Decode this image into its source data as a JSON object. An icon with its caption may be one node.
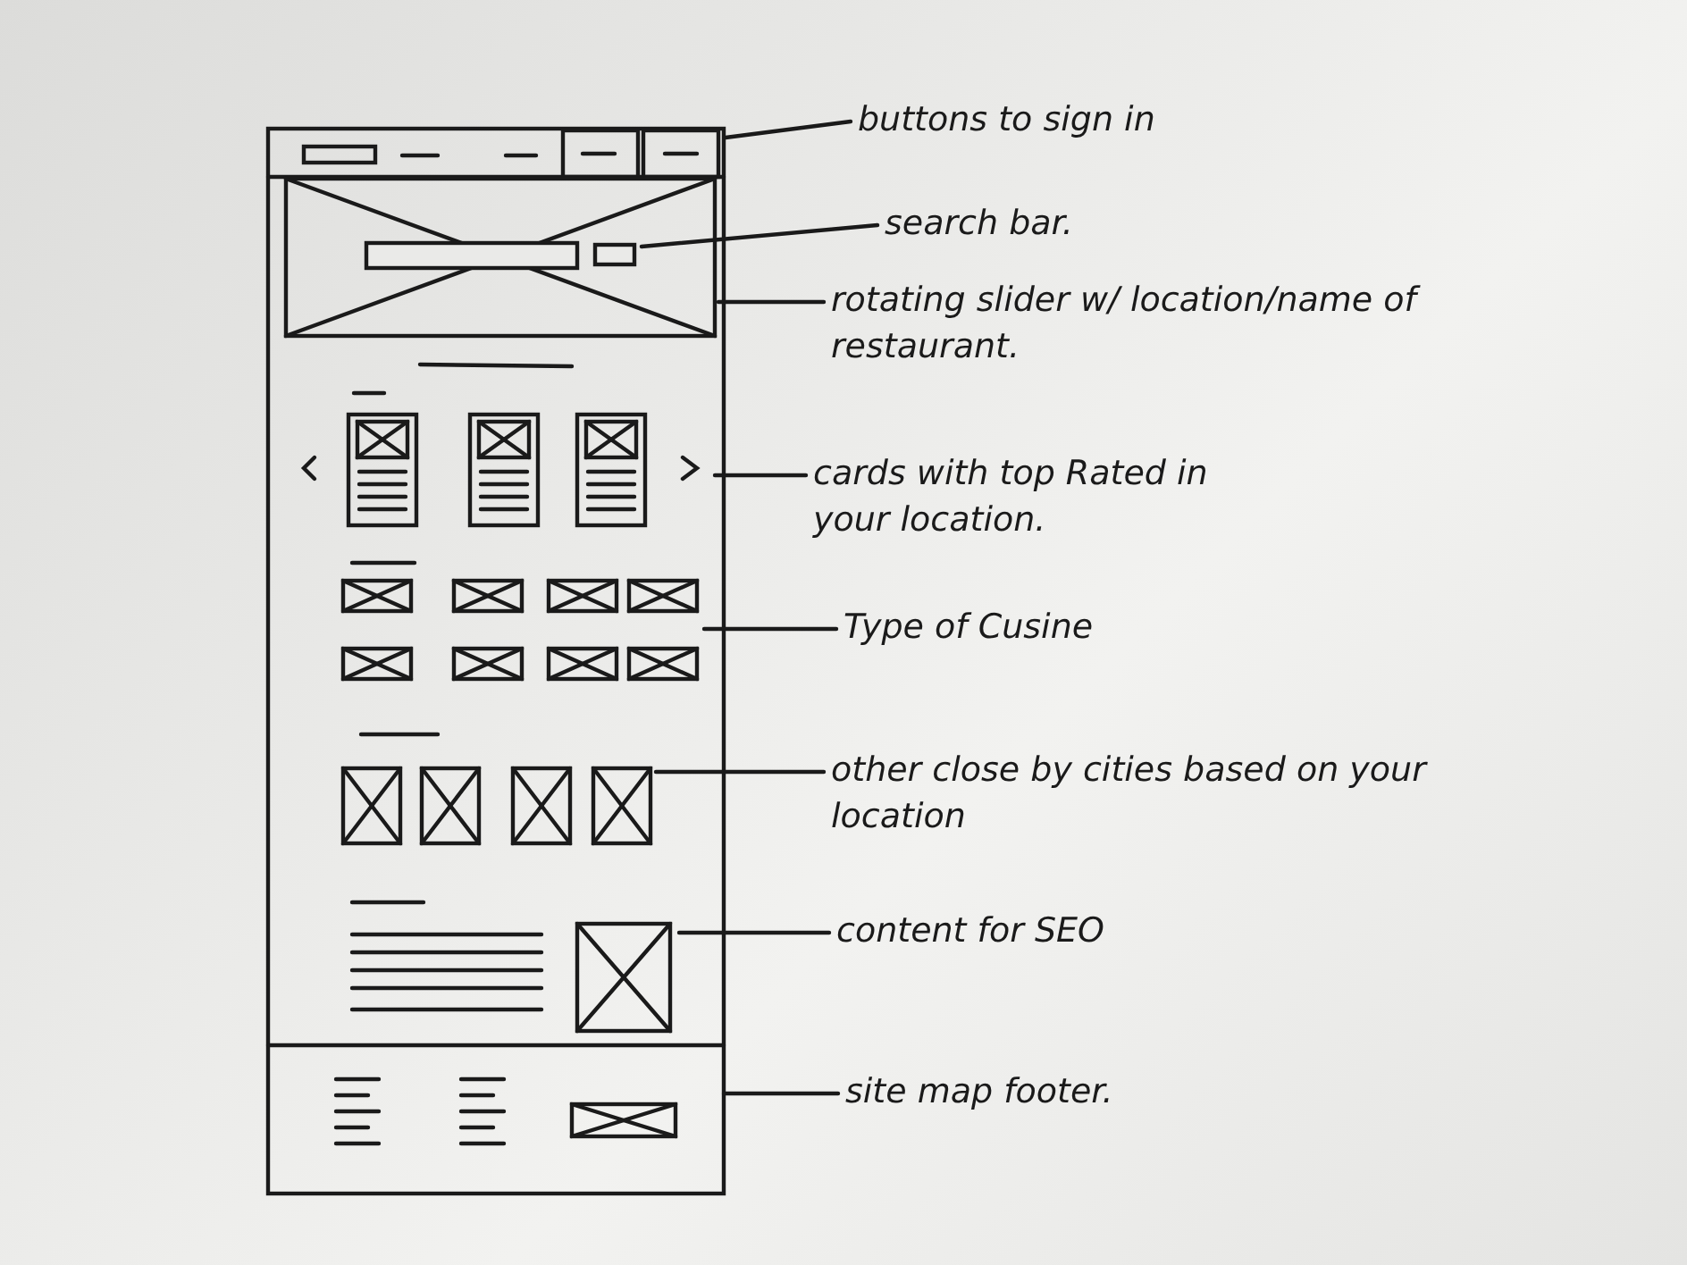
{
  "diagram": {
    "nodes": [
      {
        "text": [],
        "shape": "box"
      },
      {
        "text": [
          "buttons to sign in"
        ]
      },
      {
        "text": [],
        "shape": "picture"
      },
      {
        "text": [],
        "shape": "box",
        "in": 2
      },
      {
        "text": [
          "search bar."
        ]
      },
      {
        "text": [
          "rotating slider w/ location/name of restaurant."
        ]
      },
      {
        "text": [],
        "shape": "box"
      },
      {
        "text": [
          "cards with top Rated in your location."
        ]
      },
      {
        "text": [],
        "shape": "box"
      },
      {
        "text": [
          "Type of Cusine"
        ]
      },
      {
        "text": [],
        "shape": "box"
      },
      {
        "text": [
          "other close by cities based on your location"
        ]
      },
      {
        "text": [],
        "shape": "box"
      },
      {
        "text": [
          "content for SEO"
        ]
      },
      {
        "text": [],
        "shape": "box"
      },
      {
        "text": [
          "site map footer."
        ]
      }
    ],
    "edges": [
      {
        "from": 1,
        "to": 0,
        "arrow": "none"
      },
      {
        "from": 4,
        "to": 3,
        "arrow": "none"
      },
      {
        "from": 5,
        "to": 2,
        "arrow": "none"
      },
      {
        "from": 7,
        "to": 6,
        "arrow": "none"
      },
      {
        "from": 9,
        "to": 8,
        "arrow": "none"
      },
      {
        "from": 11,
        "to": 10,
        "arrow": "none"
      },
      {
        "from": 13,
        "to": 12,
        "arrow": "none"
      },
      {
        "from": 15,
        "to": 14,
        "arrow": "none"
      }
    ]
  }
}
